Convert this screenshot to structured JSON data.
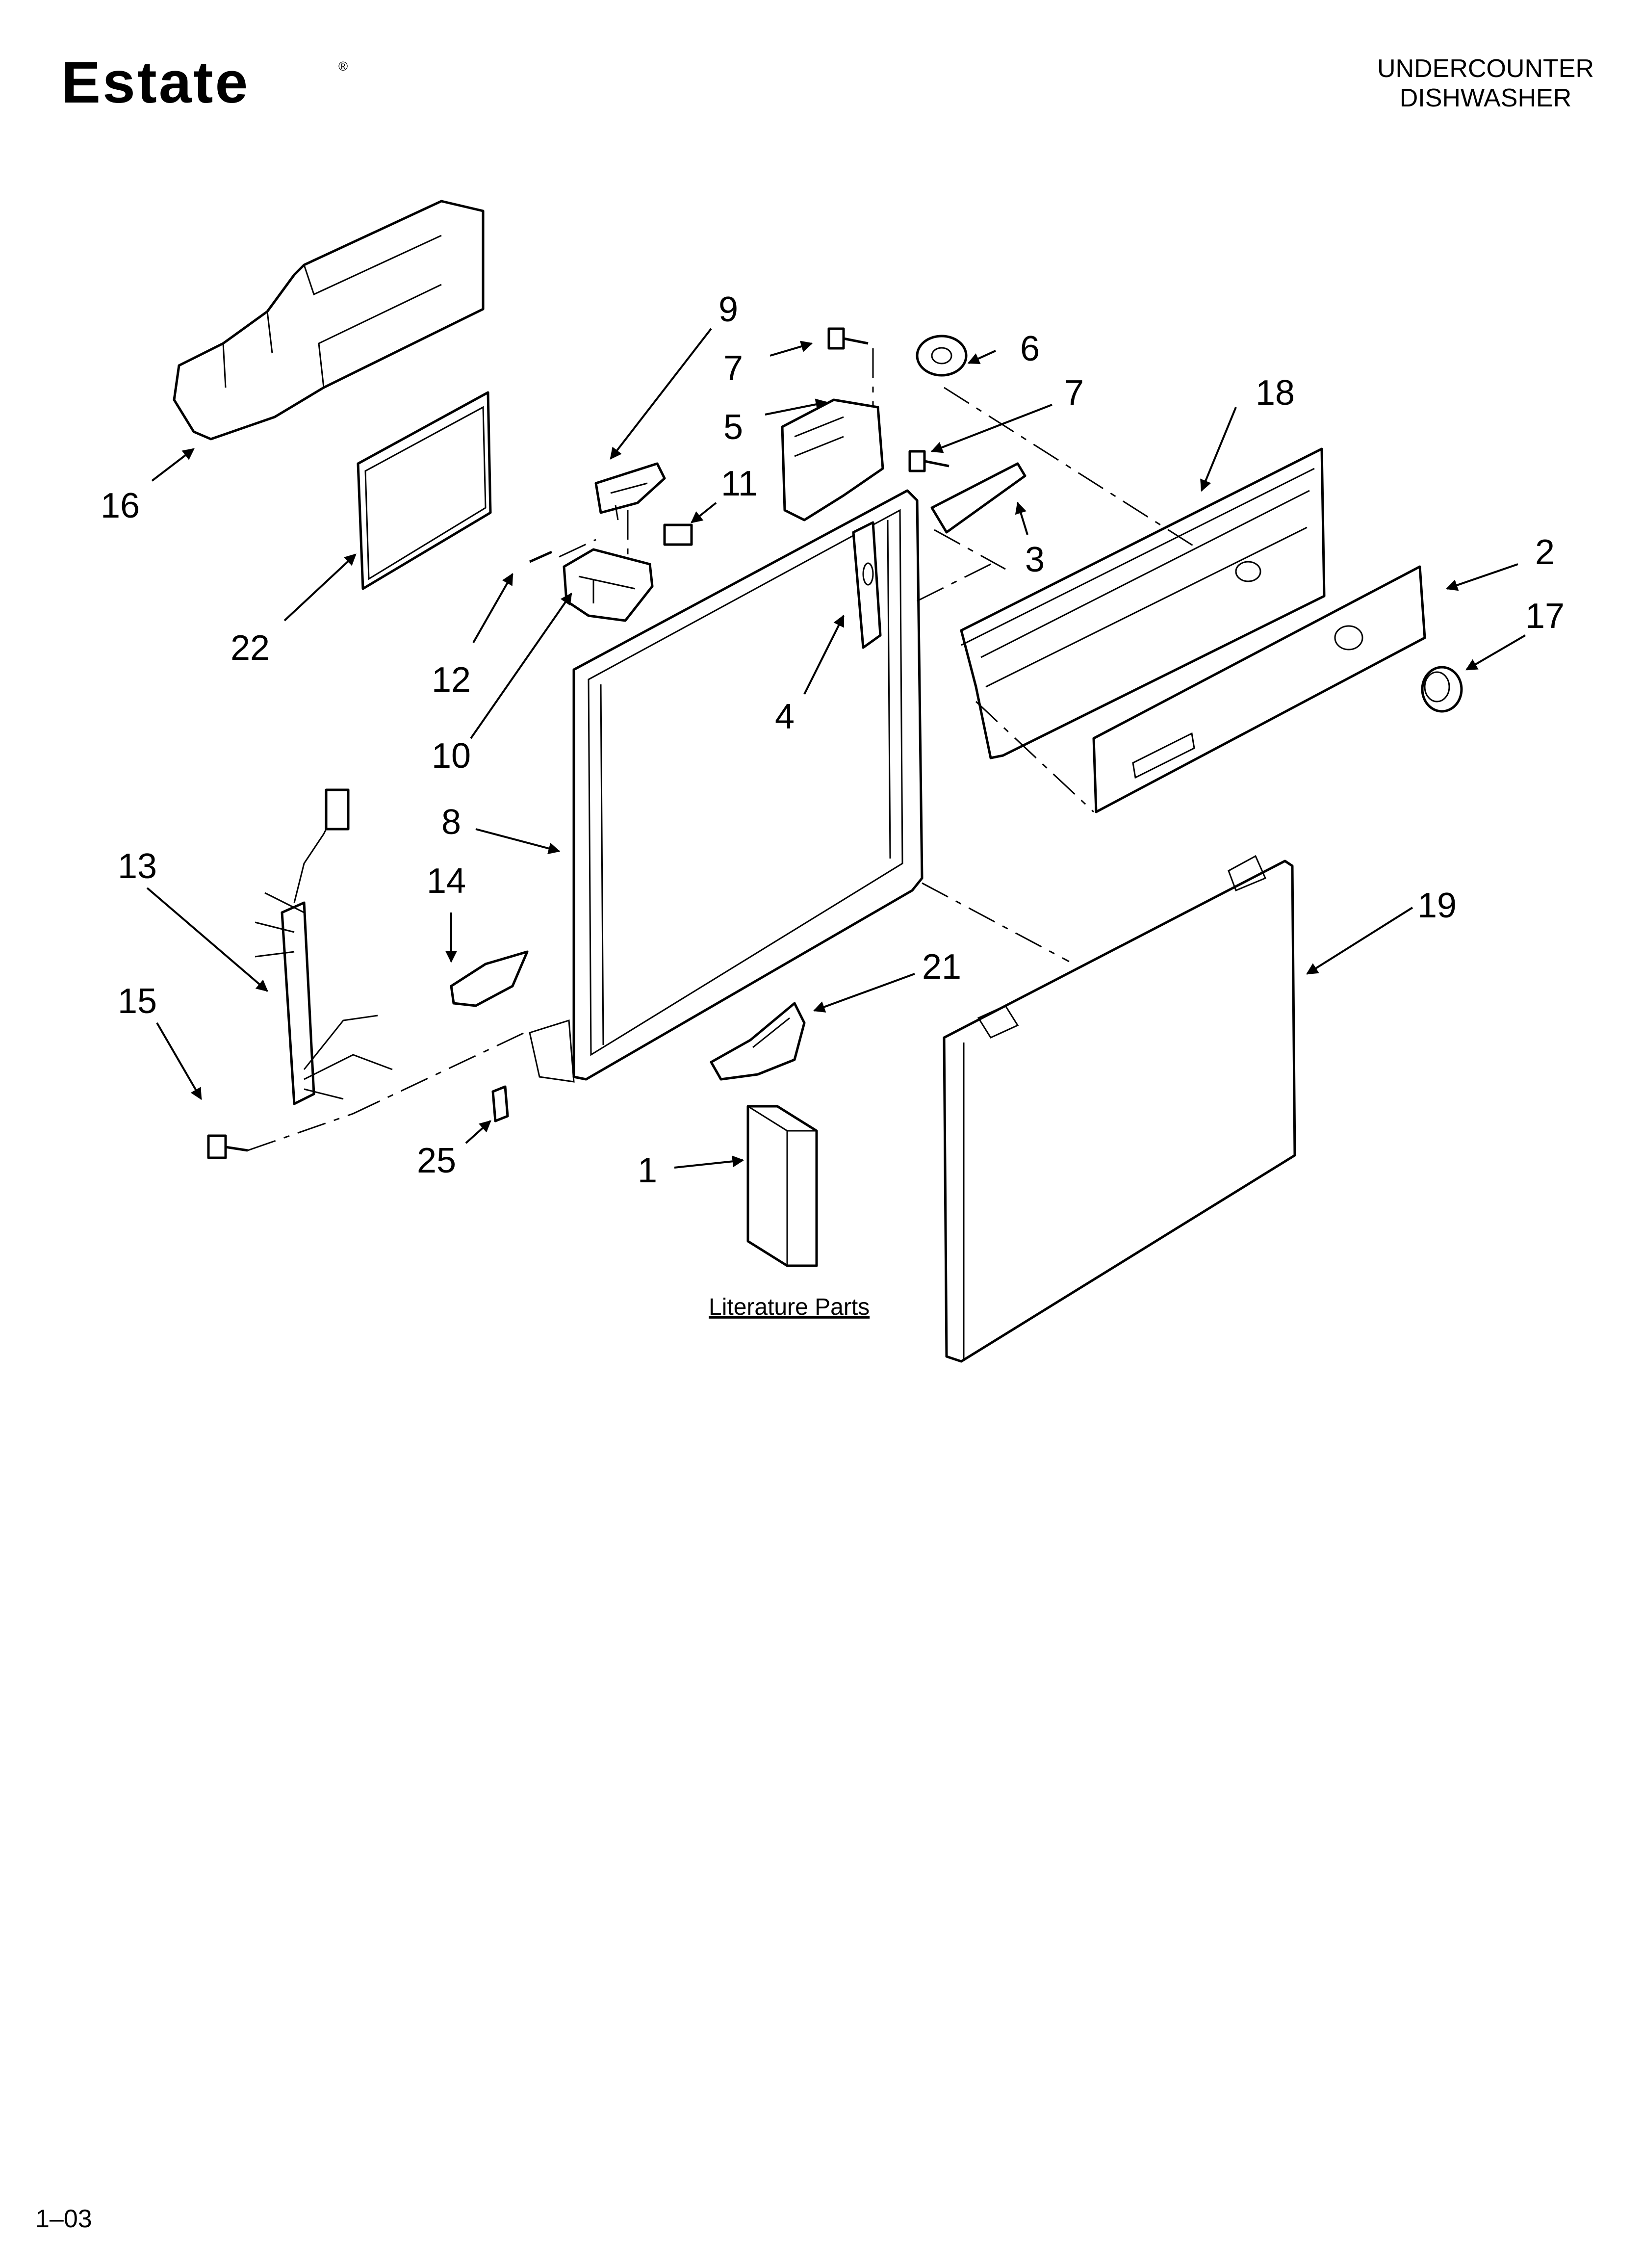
{
  "header": {
    "brand": "Estate",
    "brand_mark": "®",
    "title_line1": "UNDERCOUNTER",
    "title_line2": "DISHWASHER"
  },
  "footer": {
    "page_code": "1–03"
  },
  "diagram": {
    "literature_label": "Literature Parts",
    "callouts": {
      "c1": "1",
      "c2": "2",
      "c3": "3",
      "c4": "4",
      "c5": "5",
      "c6": "6",
      "c7a": "7",
      "c7b": "7",
      "c8": "8",
      "c9": "9",
      "c10": "10",
      "c11": "11",
      "c12": "12",
      "c13": "13",
      "c14": "14",
      "c15": "15",
      "c16": "16",
      "c17": "17",
      "c18": "18",
      "c19": "19",
      "c21": "21",
      "c22": "22",
      "c25": "25"
    }
  }
}
